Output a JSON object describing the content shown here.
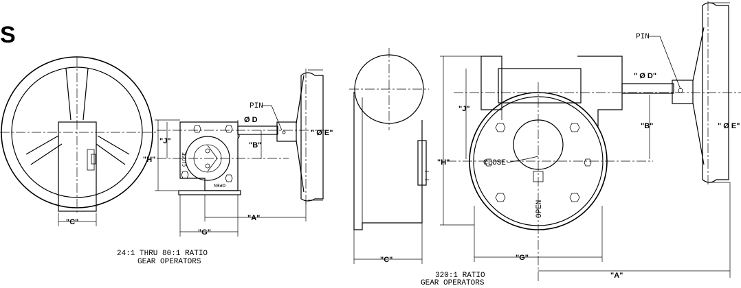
{
  "header_fragment": "S",
  "small_unit": {
    "pin_label": "PIN",
    "dim_d": "Ø D",
    "dim_b": "\"B\"",
    "dim_e": "\" Ø E\"",
    "dim_h": "\"H\"",
    "dim_j": "\"J\"",
    "dim_c": "\"C\"",
    "dim_g": "\"G\"",
    "dim_a": "\"A\"",
    "close_label": "CLOSE",
    "open_label": "OPEN",
    "caption_line1": "24:1 THRU 80:1 RATIO",
    "caption_line2": "GEAR OPERATORS"
  },
  "large_unit": {
    "pin_label": "PIN",
    "dim_d": "\" Ø D\"",
    "dim_b": "\"B\"",
    "dim_e": "\" Ø E\"",
    "dim_h": "\"H\"",
    "dim_j": "\"J\"",
    "dim_c": "\"C\"",
    "dim_g": "\"G\"",
    "dim_a": "\"A\"",
    "close_label": "CLOSE",
    "open_label": "OPEN",
    "caption_line1": "320:1 RATIO",
    "caption_line2": "GEAR OPERATORS"
  }
}
